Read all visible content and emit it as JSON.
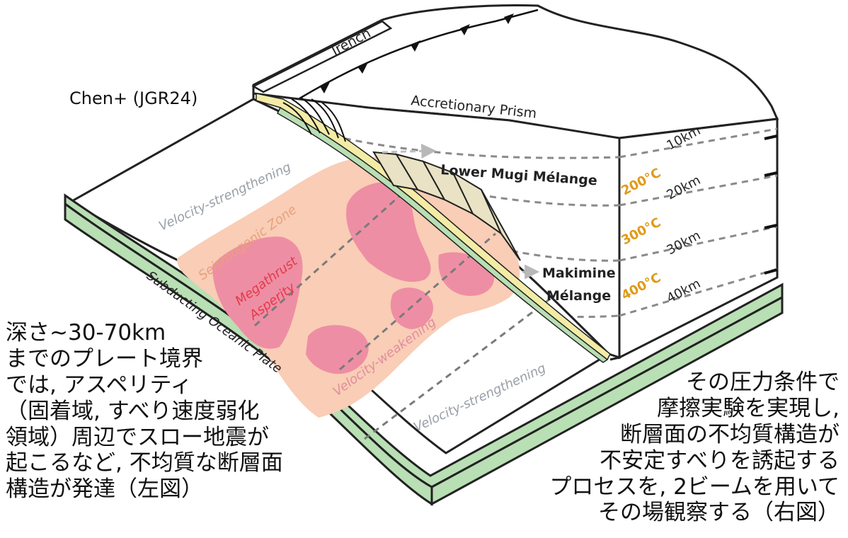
{
  "citation": "Chen+ (JGR24)",
  "diagram": {
    "labels": {
      "trench": "Trench",
      "accretionary_prism": "Accretionary Prism",
      "lower_mugi": "Lower Mugi Mélange",
      "makimine_1": "Makimine",
      "makimine_2": "Mélange",
      "vs_top": "Velocity-strengthening",
      "vs_bottom": "Velocity-strengthening",
      "seismogenic": "Seismogenic Zone",
      "asperity_1": "Megathrust",
      "asperity_2": "Asperity",
      "vw": "Velocity-weakening",
      "plate": "Subducting Oceanic Plate"
    },
    "depths": [
      "10km",
      "20km",
      "30km",
      "40km"
    ],
    "temperatures": [
      "200°C",
      "300°C",
      "400°C"
    ],
    "colors": {
      "asperity": "#ee8ea4",
      "seismogenic_zone": "#f9cdb6",
      "oceanic_plate": "#b9dfb4",
      "sediment": "#f3eca6",
      "temperature_text": "#e09a18",
      "asperity_text": "#e33a4a",
      "seismogenic_text": "#e9a07c",
      "velocity_text": "#9aa0a8"
    }
  },
  "left_text": [
    "深さ~30-70km",
    "までのプレート境界",
    "では, アスペリティ",
    "（固着域, すべり速度弱化",
    "領域）周辺でスロー地震が",
    "起こるなど, 不均質な断層面",
    "構造が発達（左図）"
  ],
  "right_text": [
    "その圧力条件で",
    "摩擦実験を実現し,",
    "断層面の不均質構造が",
    "不安定すべりを誘起する",
    "プロセスを, 2ビームを用いて",
    "その場観察する（右図）"
  ]
}
